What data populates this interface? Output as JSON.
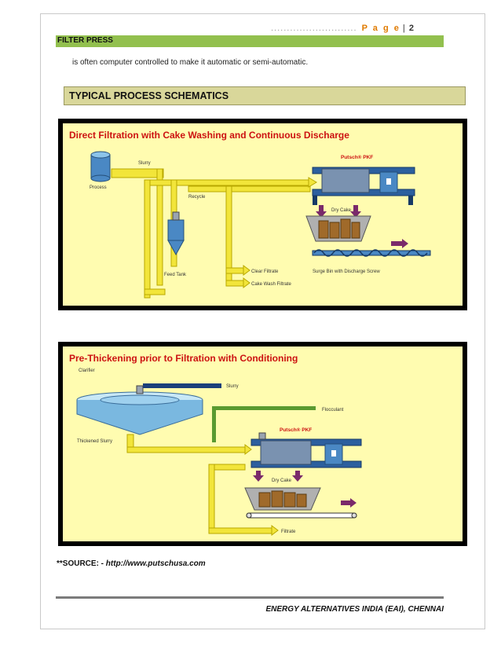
{
  "header": {
    "dots": "...........................",
    "page_label": "P a g e",
    "separator": "|",
    "page_number": "2"
  },
  "section_title": "FILTER PRESS",
  "intro_text": "is often computer controlled to make it automatic or semi-automatic.",
  "subheading": "TYPICAL PROCESS SCHEMATICS",
  "figure1": {
    "title": "Direct Filtration with Cake Washing and Continuous Discharge",
    "labels": {
      "process": "Process",
      "slurry": "Slurry",
      "recycle": "Recycle",
      "feed_tank": "Feed Tank",
      "press": "Putsch® PKF",
      "dry_cake": "Dry Cake",
      "clear_filtrate": "Clear Filtrate",
      "surge_bin": "Surge Bin with Discharge Screw",
      "cake_wash_filtrate": "Cake Wash Filtrate"
    }
  },
  "figure2": {
    "title": "Pre-Thickening prior to Filtration with Conditioning",
    "labels": {
      "clarifier": "Clarifier",
      "slurry": "Slurry",
      "flocculant": "Flocculant",
      "thickened_slurry": "Thickened Slurry",
      "press": "Putsch® PKF",
      "dry_cake": "Dry Cake",
      "filtrate": "Filtrate"
    }
  },
  "colors": {
    "section_bar": "#92c04e",
    "subheading_bg": "#d9d79a",
    "schematic_bg": "#fffcb0",
    "title_red": "#cc1111",
    "pipe_yellow": "#f2e53a",
    "pipe_blue": "#1a3f7a",
    "pipe_green": "#5a9a30",
    "arrow_purple": "#7a2a6a"
  },
  "source": {
    "prefix": "**SOURCE: - ",
    "url": "http://www.putschusa.com"
  },
  "footer": "ENERGY ALTERNATIVES INDIA (EAI), CHENNAI"
}
